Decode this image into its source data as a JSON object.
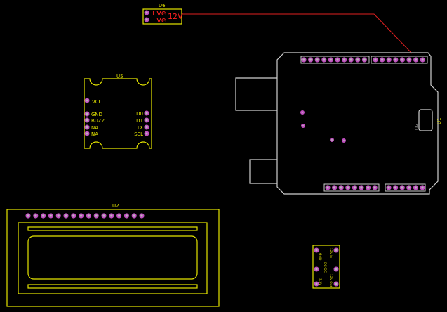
{
  "components": {
    "u6": {
      "ref": "U6",
      "pins": [
        "+ve",
        "−ve"
      ],
      "value": "12V"
    },
    "u5": {
      "ref": "U5",
      "left_pins": [
        "VCC",
        "GND",
        "BUZZ",
        "NA",
        "NA"
      ],
      "right_pins": [
        "D0",
        "D1",
        "TX",
        "SEL"
      ]
    },
    "u1": {
      "ref": "U1",
      "chip_ref": "U2"
    },
    "u2": {
      "ref": "U2",
      "pin_count": 16
    },
    "u3": {
      "pins": [
        "GND",
        "12V In",
        "3.3V",
        "12V Out"
      ],
      "part": "DC-DC"
    }
  },
  "colors": {
    "silkscreen": "#e6e600",
    "pad": "#c050c0",
    "trace": "#ff2020",
    "board_outline": "#d0d0d0"
  }
}
